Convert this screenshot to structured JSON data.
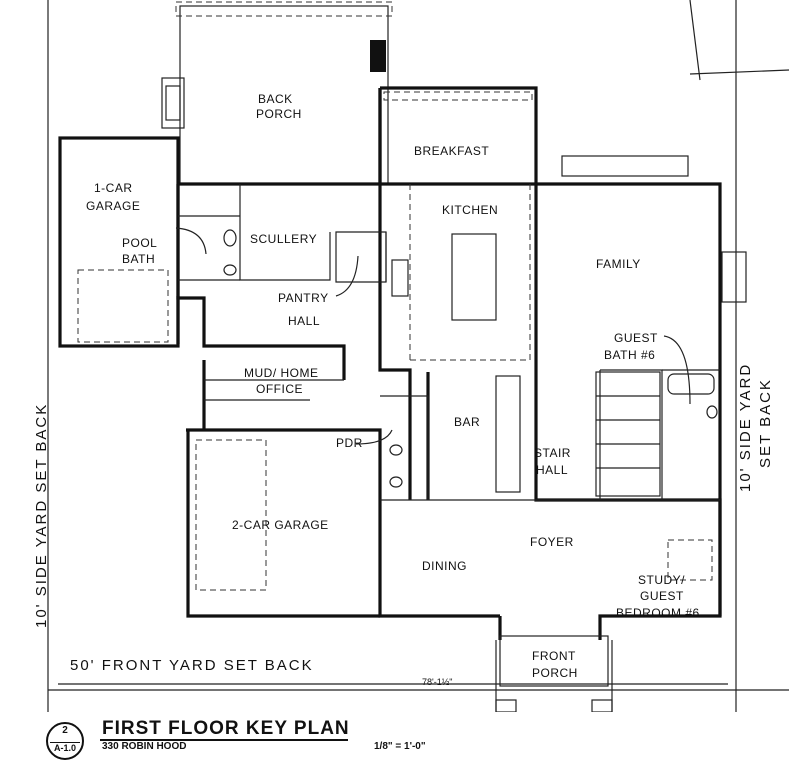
{
  "rooms": {
    "back_porch": [
      "BACK",
      "PORCH"
    ],
    "breakfast": "BREAKFAST",
    "one_car_garage": [
      "1-CAR",
      "GARAGE"
    ],
    "pool_bath": [
      "POOL",
      "BATH"
    ],
    "scullery": "SCULLERY",
    "kitchen": "KITCHEN",
    "family": "FAMILY",
    "pantry": "PANTRY",
    "hall": "HALL",
    "guest_bath": [
      "GUEST",
      "BATH #6"
    ],
    "mud_home_office": [
      "MUD/ HOME",
      "OFFICE"
    ],
    "bar": "BAR",
    "pdr": "PDR",
    "stair_hall": [
      "STAIR",
      "HALL"
    ],
    "two_car_garage": "2-CAR GARAGE",
    "foyer": "FOYER",
    "dining": "DINING",
    "study": [
      "STUDY/",
      "GUEST",
      "BEDROOM #6"
    ],
    "front_porch": [
      "FRONT",
      "PORCH"
    ]
  },
  "setbacks": {
    "front": "50' FRONT YARD SET BACK",
    "left_side": "10' SIDE YARD SET BACK",
    "right_side": [
      "10' SIDE YARD",
      "SET BACK"
    ]
  },
  "dimension": "78'-1½\"",
  "title_block": {
    "tag_number": "2",
    "tag_sheet": "A-1.0",
    "title": "FIRST FLOOR KEY PLAN",
    "address": "330 ROBIN HOOD",
    "scale": "1/8\" = 1'-0\""
  }
}
